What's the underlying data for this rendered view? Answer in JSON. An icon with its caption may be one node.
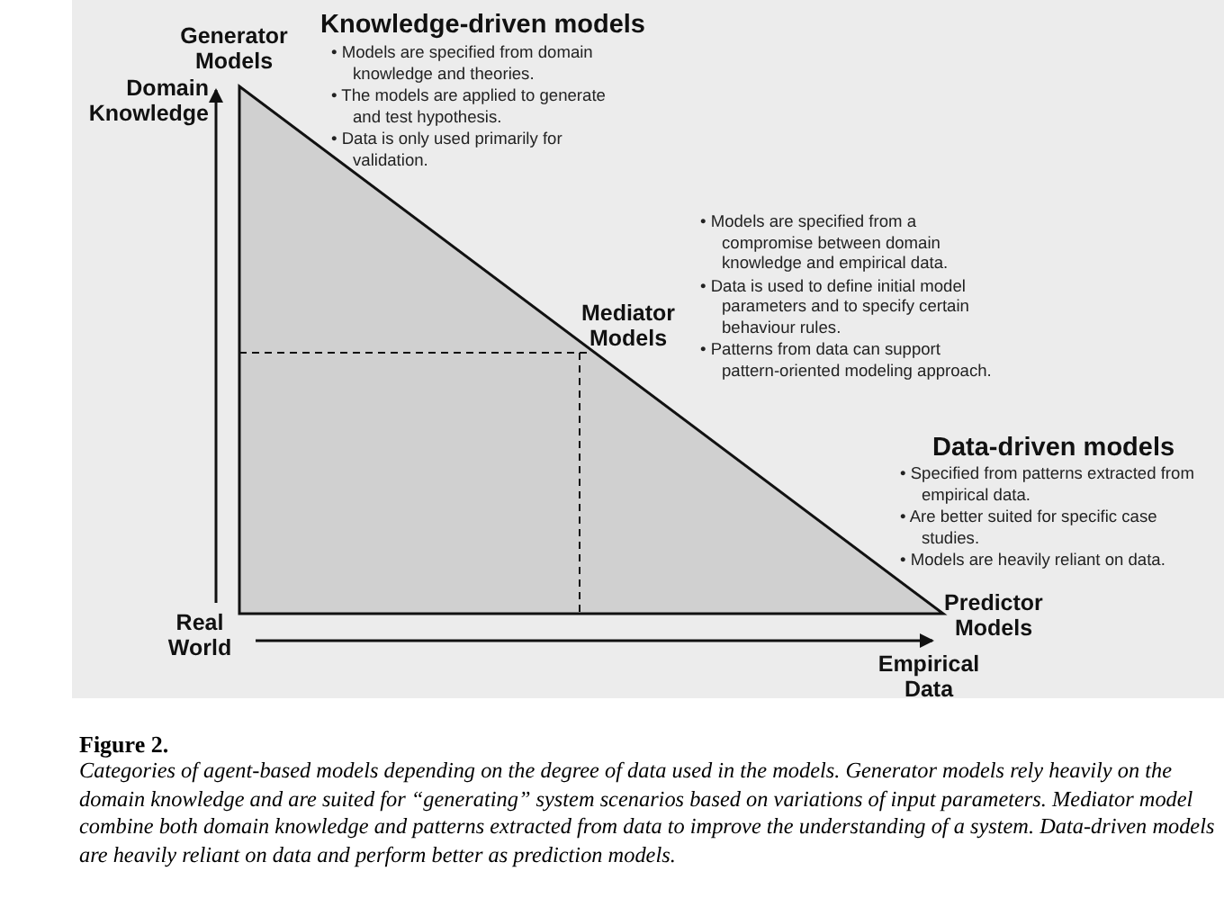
{
  "diagram": {
    "title": "Figure 2.",
    "caption": "Categories of agent-based models depending on the degree of data used in the models. Generator models rely heavily on the domain knowledge and are suited for “generating” system scenarios based on variations of input parameters. Mediator model combine both domain knowledge and patterns extracted from data to improve the understanding of a system. Data-driven models are heavily reliant on data and perform better as prediction models.",
    "labels": [
      "Generator Models",
      "Knowledge-driven models",
      "• Models are specified from domain knowledge and theories.",
      "• The models are applied to generate and test hypothesis.",
      "• Data is only used primarily for validation.",
      "Domain Knowledge",
      "• Models are specified from a compromise between domain knowledge and empirical data.",
      "• Data is used to define initial model parameters and to specify certain behaviour rules.",
      "• Patterns from data can support pattern-oriented modeling approach.",
      "Mediator Models",
      "Data-driven models",
      "• Specified from patterns extracted from empirical data.",
      "• Are better suited for specific case studies.",
      "• Models are heavily reliant on data.",
      "Real World",
      "Predictor Models",
      "Empirical Data"
    ]
  }
}
